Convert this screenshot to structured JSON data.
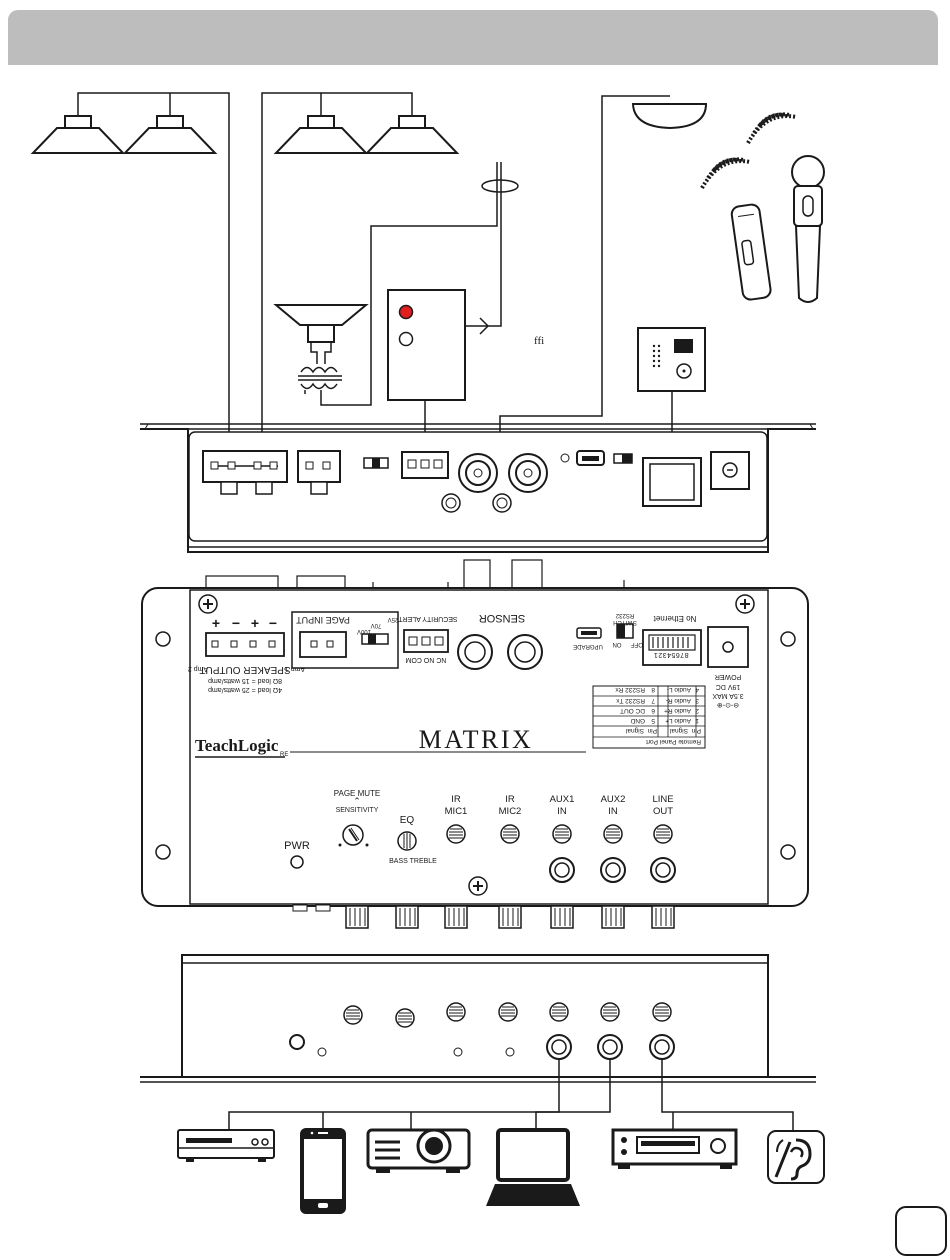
{
  "brand": {
    "name": "TeachLogic",
    "mark": "RE",
    "product": "MATRIX"
  },
  "colors": {
    "header": "#bdbdbd",
    "line": "#1a1a1a",
    "alert_led": "#e02020"
  },
  "rear": {
    "speaker_output": {
      "title": "SPEAKER OUTPUT",
      "signs": [
        "+",
        "−",
        "+",
        "−"
      ],
      "amp1": "Amp 1",
      "amp2": "Amp 2",
      "note1": "8Ω load = 15 watts/amp",
      "note2": "4Ω load = 25 watts/amp"
    },
    "page_input": "PAGE INPUT",
    "taps": [
      "25V",
      "70V",
      "100V"
    ],
    "security_alert": "SECURITY ALERT",
    "security_pins": "NC NO COM",
    "sensor": "SENSOR",
    "upgrade": "UPGRADE",
    "switch": "SWITCH",
    "switch_off": "OFF",
    "switch_on": "ON",
    "rs232": "RS232",
    "ethernet": "No Ethernet",
    "eth_pins": "87654321",
    "power": "POWER",
    "power_spec1": "19V DC",
    "power_spec2": "3.5A MAX",
    "panel_title": "Remote Panel Port",
    "panel_header": [
      "Pin",
      "Signal",
      "Pin",
      "Signal"
    ],
    "panel_rows": [
      [
        "1",
        "Audio L+",
        "5",
        "GND"
      ],
      [
        "2",
        "Audio R+",
        "6",
        "DC OUT"
      ],
      [
        "3",
        "Audio R-",
        "7",
        "RS232 Tx"
      ],
      [
        "4",
        "Audio L-",
        "8",
        "RS232 Rx"
      ]
    ]
  },
  "front": {
    "pwr": "PWR",
    "page_mute": "PAGE MUTE",
    "sensitivity": "SENSITIVITY",
    "eq": "EQ",
    "bass_treble": "BASS  TREBLE",
    "knobs": [
      [
        "IR",
        "MIC1"
      ],
      [
        "IR",
        "MIC2"
      ],
      [
        "AUX1",
        "IN"
      ],
      [
        "AUX2",
        "IN"
      ],
      [
        "LINE",
        "OUT"
      ]
    ]
  },
  "stray_glyph": "ffi"
}
